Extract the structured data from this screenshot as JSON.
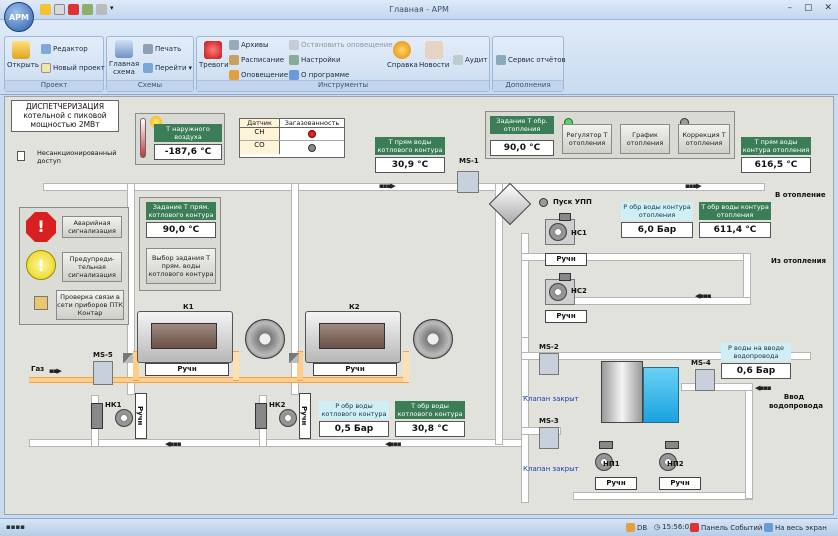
{
  "window": {
    "title": "Главная - АРМ",
    "app_button": "АРМ"
  },
  "ribbon": {
    "project": {
      "label": "Проект",
      "open": "Открыть",
      "editor": "Редактор",
      "new_project": "Новый проект"
    },
    "schemes": {
      "label": "Схемы",
      "main_scheme": "Главная схема",
      "print": "Печать",
      "goto": "Перейти"
    },
    "tools": {
      "label": "Инструменты",
      "alarms": "Тревоги",
      "archives": "Архивы",
      "schedule": "Расписание",
      "notify": "Оповещение",
      "stop_notify": "Остановить оповещение",
      "settings": "Настройки",
      "about": "О программе",
      "help": "Справка",
      "news": "Новости",
      "audit": "Аудит"
    },
    "addons": {
      "label": "Дополнения",
      "report_service": "Сервис отчётов"
    }
  },
  "scheme": {
    "title": "ДИСПЕТЧЕРИЗАЦИЯ котельной с пиковой мощностью 2МВт",
    "unauth_access": "Несанкционированный доступ",
    "outdoor_temp": {
      "label": "Т наружного воздуха",
      "value": "-187,6 °С"
    },
    "gas_table": {
      "col1": "Датчик",
      "col2": "Загазованность",
      "rows": [
        "CH",
        "CO"
      ]
    },
    "supply_temp_boiler": {
      "label": "Т прям воды котлового контура",
      "value": "30,9 °С"
    },
    "heating_setpoint": {
      "label": "Задание Т обр. отопления",
      "value": "90,0 °С"
    },
    "regulator": {
      "label": "Регулятор Т отопления"
    },
    "graph": {
      "label": "График отопления"
    },
    "correction": {
      "label": "Коррекция Т отопления"
    },
    "supply_temp_heating": {
      "label": "Т прям воды контура отопления",
      "value": "616,5 °С"
    },
    "ms1": "MS-1",
    "to_heating": "В отопление",
    "from_heating": "Из отопления",
    "start_upp": "Пуск УПП",
    "alarm": "Аварийная сигнализация",
    "warning": "Предупреди-тельная сигнализация",
    "network_check": "Проверка связи в сети приборов ПТК Контар",
    "boiler_setpoint": {
      "label": "Задание Т прям. котлового контура",
      "value": "90,0 °С"
    },
    "select_setpoint": "Выбор задания Т прям. воды котлового контура",
    "return_pressure_heating": {
      "label": "Р обр воды контура отопления",
      "value": "6,0 Бар"
    },
    "return_temp_heating": {
      "label": "Т обр воды контура отопления",
      "value": "611,4 °С"
    },
    "nc1": "НС1",
    "nc2": "НС2",
    "k1": "К1",
    "k2": "К2",
    "gas": "Газ",
    "ms5": "MS-5",
    "ms2": "MS-2",
    "ms3": "MS-3",
    "ms4": "MS-4",
    "nk1": "НК1",
    "nk2": "НК2",
    "manual": "Ручн",
    "return_pressure_boiler": {
      "label": "Р обр воды котлового контура",
      "value": "0,5 Бар"
    },
    "return_temp_boiler": {
      "label": "Т обр воды котлового контура",
      "value": "30,8 °С"
    },
    "valve_closed": "Клапан закрыт",
    "inlet_pressure": {
      "label": "Р воды на вводе водопровода",
      "value": "0,6 Бар"
    },
    "water_inlet": "Ввод водопровода",
    "np1": "НП1",
    "np2": "НП2"
  },
  "status": {
    "db": "DB",
    "time": "15:56:02",
    "events": "Панель Событий",
    "fullscreen": "На весь экран"
  },
  "colors": {
    "hdr_green": "#3a7d57",
    "hdr_cyan": "#cfeff7",
    "gas_pipe": "#ffcf8a",
    "alarm_red": "#e02424",
    "warn_yellow": "#f2e21a"
  }
}
